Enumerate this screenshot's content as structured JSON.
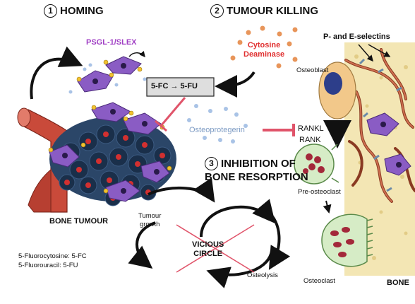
{
  "steps": {
    "homing": {
      "number": "1",
      "title": "HOMING"
    },
    "killing": {
      "number": "2",
      "title": "TUMOUR KILLING"
    },
    "inhibition": {
      "number": "3",
      "title_line1": "INHIBITION OF",
      "title_line2": "BONE RESORPTION"
    }
  },
  "labels": {
    "psgl": "PSGL-1/SLEX",
    "cytosine_line1": "Cytosine",
    "cytosine_line2": "Deaminase",
    "conversion": "5-FC → 5-FU",
    "selectins": "P- and E-selectins",
    "osteoblast": "Osteoblast",
    "osteoprotegerin": "Osteoprotegerin",
    "rankl": "RANKL",
    "rank": "RANK",
    "pre_osteoclast": "Pre-osteoclast",
    "osteoclast": "Osteoclast",
    "bone": "BONE",
    "bone_tumour": "BONE TUMOUR",
    "tumour_growth_line1": "Tumour",
    "tumour_growth_line2": "growth",
    "vicious_line1": "VICIOUS",
    "vicious_line2": "CIRCLE",
    "osteolysis": "Osteolysis"
  },
  "legend": [
    "5-Fluorocytosine: 5-FC",
    "5-Fluorouracil: 5-FU"
  ],
  "colors": {
    "stem_cell": "#8a5cc4",
    "tumour_cell": "#1f3a5c",
    "vessel": "#c94a3a",
    "inhibit": "#e0546a",
    "enzyme_dot": "#e8955a",
    "opg_dot": "#a9c3e6",
    "bone_matrix": "#f3e6b4",
    "osteoclast": "#d6ecc6",
    "accent_text": "#a03fc4",
    "enzyme_text": "#e03030"
  }
}
